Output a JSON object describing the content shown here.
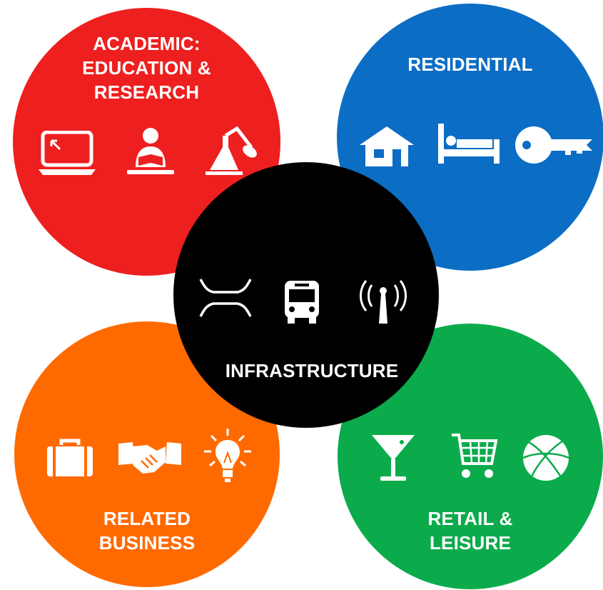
{
  "diagram": {
    "circles": {
      "academic": {
        "label_lines": [
          "ACADEMIC:",
          "EDUCATION &",
          "RESEARCH"
        ],
        "color": "#ee1f1f",
        "icons": [
          "laptop-icon",
          "reading-person-icon",
          "lab-flask-lamp-icon"
        ]
      },
      "residential": {
        "label_lines": [
          "RESIDENTIAL"
        ],
        "color": "#0c6dc4",
        "icons": [
          "house-icon",
          "bed-icon",
          "key-icon"
        ]
      },
      "infrastructure": {
        "label_lines": [
          "INFRASTRUCTURE"
        ],
        "color": "#000000",
        "icons": [
          "bridge-icon",
          "bus-icon",
          "signal-tower-icon"
        ]
      },
      "business": {
        "label_lines": [
          "RELATED",
          "BUSINESS"
        ],
        "color": "#ff6a00",
        "icons": [
          "briefcase-icon",
          "handshake-icon",
          "lightbulb-icon"
        ]
      },
      "retail": {
        "label_lines": [
          "RETAIL &",
          "LEISURE"
        ],
        "color": "#0bab4b",
        "icons": [
          "cocktail-glass-icon",
          "shopping-cart-icon",
          "basketball-icon"
        ]
      }
    }
  }
}
